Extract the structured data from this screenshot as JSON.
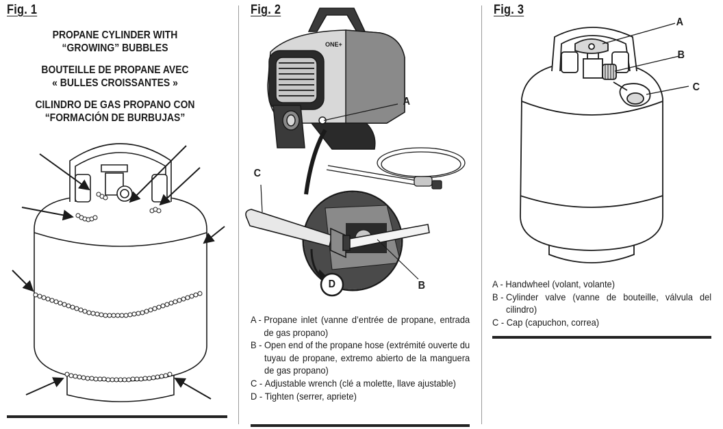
{
  "fig1": {
    "title": "Fig. 1",
    "headings": [
      "PROPANE CYLINDER WITH",
      "“GROWING” BUBBLES",
      "BOUTEILLE DE PROPANE AVEC",
      "« BULLES CROISSANTES »",
      "CILINDRO DE GAS PROPANO CON",
      "“FORMACIÓN DE BURBUJAS”"
    ]
  },
  "fig2": {
    "title": "Fig. 2",
    "callouts": {
      "a": "A",
      "b": "B",
      "c": "C",
      "d": "D"
    },
    "heater_brand": "ONE+",
    "legend": [
      {
        "key": "A - ",
        "text": "Propane inlet (vanne d’entrée de propane, entrada de gas propano)"
      },
      {
        "key": "B - ",
        "text": "Open end of the propane hose (extrémité ouverte du tuyau de propane, extremo abierto de la manguera de gas propano)"
      },
      {
        "key": "C - ",
        "text": "Adjustable wrench (clé a molette, llave ajustable)"
      },
      {
        "key": "D - ",
        "text": "Tighten (serrer, apriete)"
      }
    ]
  },
  "fig3": {
    "title": "Fig. 3",
    "callouts": {
      "a": "A",
      "b": "B",
      "c": "C"
    },
    "legend": [
      {
        "key": "A - ",
        "text": "Handwheel (volant, volante)"
      },
      {
        "key": "B - ",
        "text": "Cylinder valve (vanne de bouteille, válvula del cilindro)"
      },
      {
        "key": "C - ",
        "text": "Cap (capuchon, correa)"
      }
    ]
  },
  "colors": {
    "line": "#1a1a1a",
    "divider": "#9a9a9a",
    "metal_dark": "#3a3a3a",
    "metal_mid": "#8a8a8a",
    "metal_light": "#d8d8d8"
  }
}
